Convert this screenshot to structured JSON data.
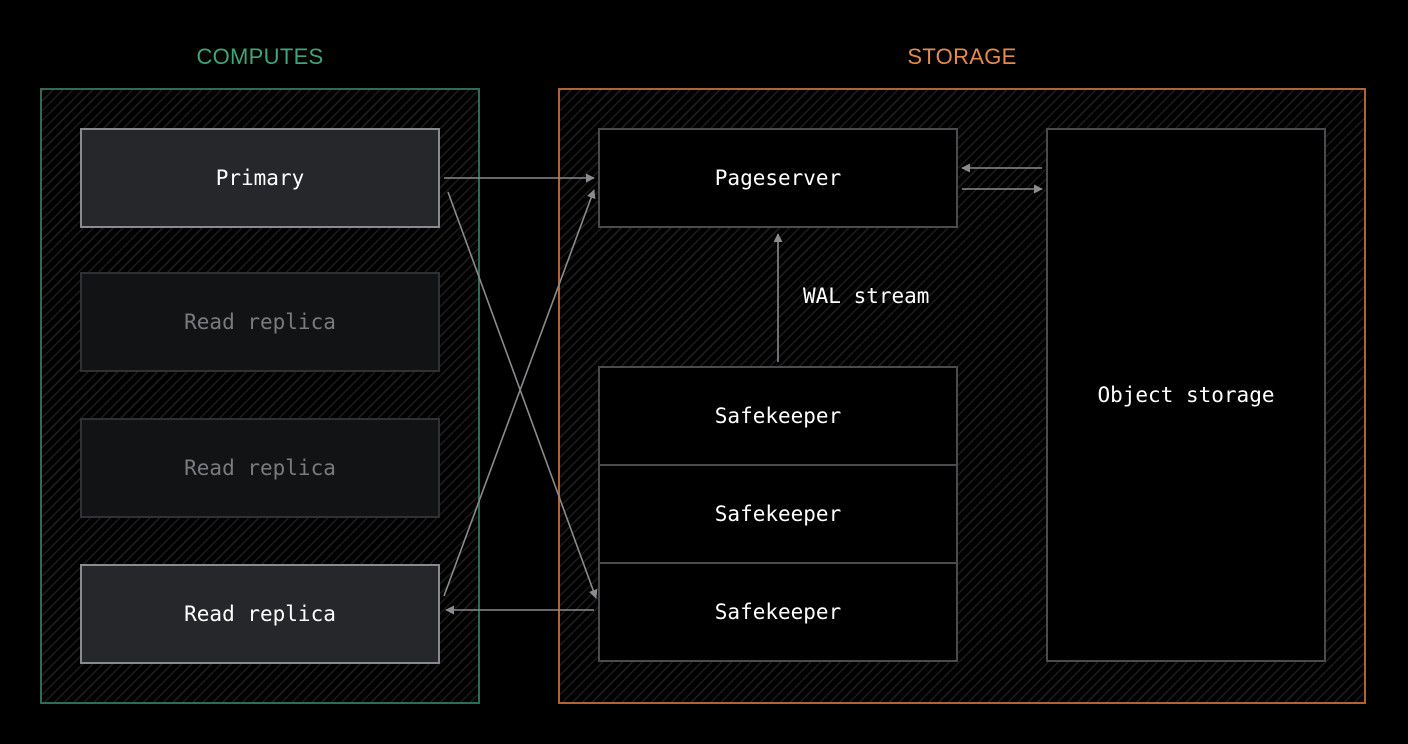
{
  "computes": {
    "title": "COMPUTES",
    "color": "#3fa37b",
    "primary_label": "Primary",
    "replicas": [
      "Read replica",
      "Read replica",
      "Read replica"
    ]
  },
  "storage": {
    "title": "STORAGE",
    "color": "#e38b4f",
    "pageserver_label": "Pageserver",
    "wal_label": "WAL stream",
    "safekeepers": [
      "Safekeeper",
      "Safekeeper",
      "Safekeeper"
    ],
    "object_storage_label": "Object storage"
  },
  "colors": {
    "arrow": "#8a8b8e",
    "background": "#000000"
  }
}
